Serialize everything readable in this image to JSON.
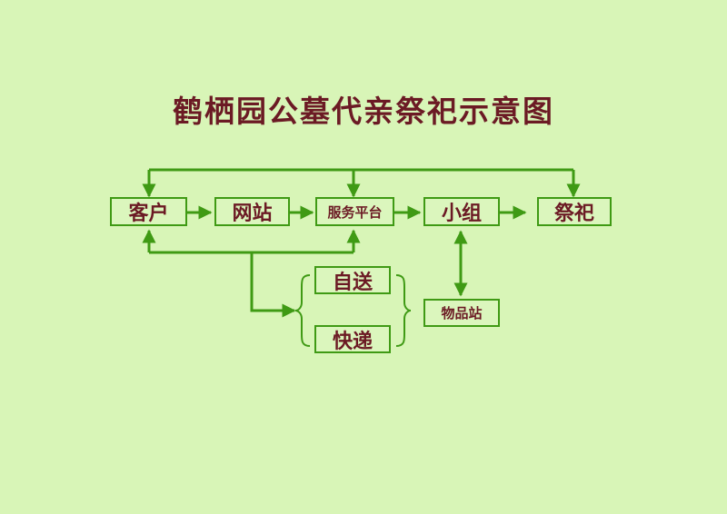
{
  "title": "鹤栖园公墓代亲祭祀示意图",
  "nodes": {
    "customer": "客户",
    "website": "网站",
    "platform": "服务平台",
    "group": "小组",
    "worship": "祭祀",
    "self_delivery": "自送",
    "express": "快递",
    "goods_station": "物品站"
  },
  "colors": {
    "background": "#d8f5b7",
    "line": "#3f9a14",
    "text": "#6b1a24"
  }
}
